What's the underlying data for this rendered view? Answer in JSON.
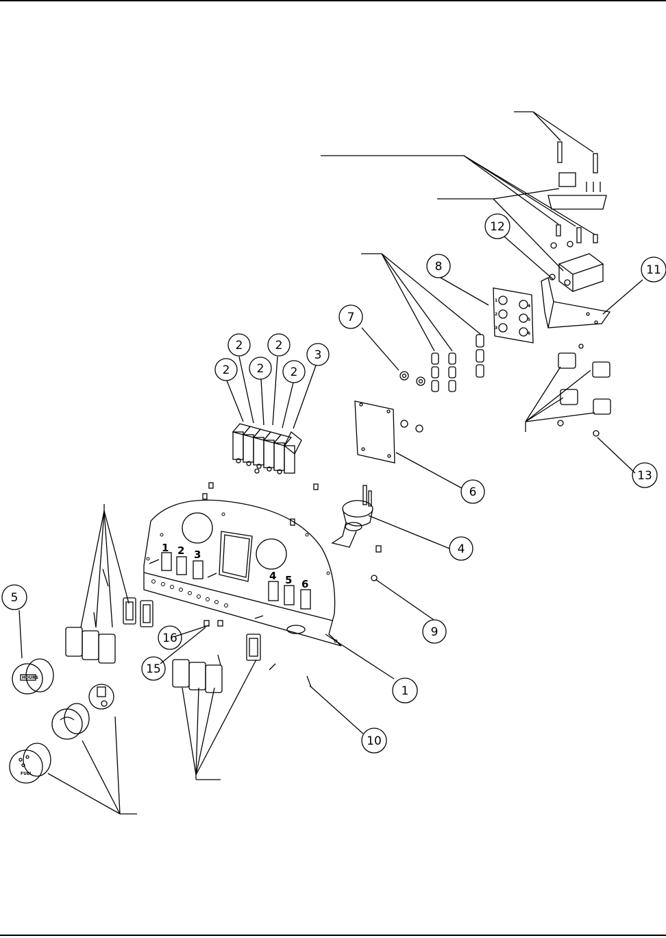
{
  "callouts": [
    {
      "id": "c1",
      "label": "1"
    },
    {
      "id": "c2a",
      "label": "2"
    },
    {
      "id": "c2b",
      "label": "2"
    },
    {
      "id": "c2c",
      "label": "2"
    },
    {
      "id": "c2d",
      "label": "2"
    },
    {
      "id": "c2e",
      "label": "2"
    },
    {
      "id": "c3",
      "label": "3"
    },
    {
      "id": "c4",
      "label": "4"
    },
    {
      "id": "c5",
      "label": "5"
    },
    {
      "id": "c6",
      "label": "6"
    },
    {
      "id": "c7",
      "label": "7"
    },
    {
      "id": "c8",
      "label": "8"
    },
    {
      "id": "c9",
      "label": "9"
    },
    {
      "id": "c10",
      "label": "10"
    },
    {
      "id": "c11",
      "label": "11"
    },
    {
      "id": "c12",
      "label": "12"
    },
    {
      "id": "c13",
      "label": "13"
    },
    {
      "id": "c15",
      "label": "15"
    },
    {
      "id": "c16",
      "label": "16"
    }
  ],
  "panel_slot_labels": [
    "1",
    "2",
    "3",
    "4",
    "5",
    "6"
  ],
  "fuse_block_labels": [
    "1",
    "2",
    "3",
    "4",
    "5",
    "6"
  ],
  "gauge_labels": {
    "hours": "HOURS",
    "fuel": "FUEL"
  }
}
